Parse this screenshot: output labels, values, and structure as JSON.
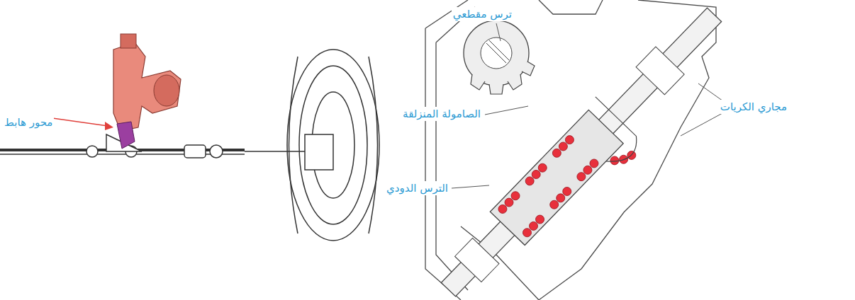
{
  "diagram": {
    "labels": [
      "ترس مقطعي",
      "مجاري الكريات",
      "الصامولة المنزلقة",
      "الترس الدودي",
      "محور هابط"
    ]
  }
}
